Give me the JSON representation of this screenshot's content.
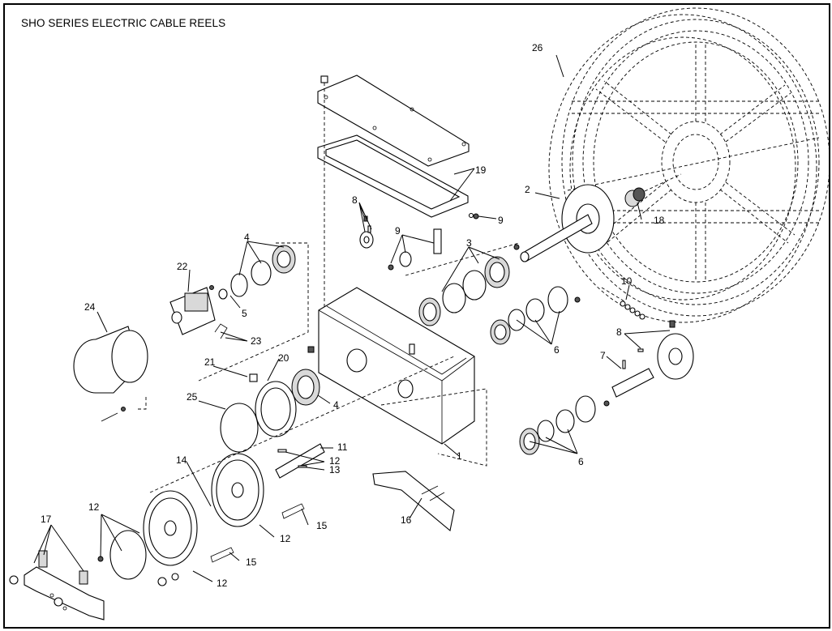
{
  "title": "SHO SERIES ELECTRIC CABLE REELS",
  "callouts": {
    "c1": "1",
    "c2": "2",
    "c3": "3",
    "c4a": "4",
    "c4b": "4",
    "c5": "5",
    "c6a": "6",
    "c6b": "6",
    "c7": "7",
    "c8a": "8",
    "c8b": "8",
    "c9a": "9",
    "c9b": "9",
    "c10": "10",
    "c11": "11",
    "c12a": "12",
    "c12b": "12",
    "c12c": "12",
    "c12d": "12",
    "c13": "13",
    "c14": "14",
    "c15a": "15",
    "c15b": "15",
    "c16": "16",
    "c17": "17",
    "c18": "18",
    "c19": "19",
    "c20": "20",
    "c21": "21",
    "c22": "22",
    "c23": "23",
    "c24": "24",
    "c25": "25",
    "c26": "26"
  }
}
